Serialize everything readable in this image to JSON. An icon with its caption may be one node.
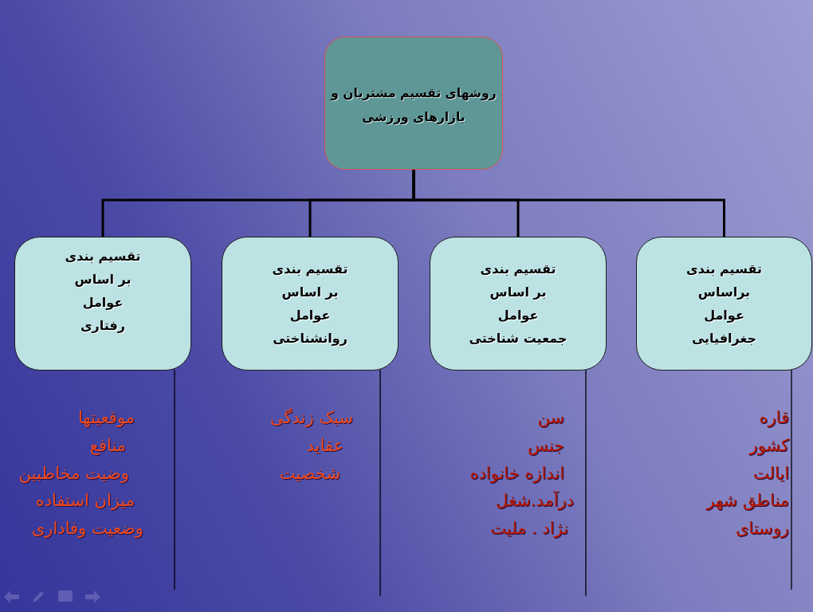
{
  "diagram": {
    "nodes": [
      {
        "text": [
          "روشهای تقسیم مشتریان و بازارهای ورزشی"
        ]
      },
      {
        "text": [
          "تقسیم بندی براساس عوامل جغرافیایی"
        ],
        "beside": [
          "قاره",
          "کشور",
          "ایالت",
          "مناطق شهر",
          "روستای"
        ]
      },
      {
        "text": [
          "تقسیم بندی بر اساس عوامل جمعیت شناختی"
        ],
        "beside": [
          "سن",
          "جنس",
          "اندازه خانواده",
          "درآمد.شغل",
          "نژاد . ملیت"
        ]
      },
      {
        "text": [
          "تقسیم بندی بر اساس عوامل روانشناختی"
        ],
        "beside": [
          "سبک زندگی",
          "عقاید",
          "شخصیت"
        ]
      },
      {
        "text": [
          "تقسیم بندی بر اساس عوامل رفتاری"
        ],
        "beside": [
          "موقعیتها",
          "منافع",
          "وضیت مخاطبین",
          "میزان استفاده",
          "وضعیت وفاداری"
        ]
      }
    ],
    "edges": [
      {
        "from": 0,
        "to": 1,
        "arrow": "none",
        "style": "thick"
      },
      {
        "from": 0,
        "to": 2,
        "arrow": "none",
        "style": "thick"
      },
      {
        "from": 0,
        "to": 3,
        "arrow": "none",
        "style": "thick"
      },
      {
        "from": 0,
        "to": 4,
        "arrow": "none",
        "style": "thick"
      },
      {
        "from": 1,
        "to": null,
        "arrow": "none"
      },
      {
        "from": 2,
        "to": null,
        "arrow": "none"
      },
      {
        "from": 3,
        "to": null,
        "arrow": "none"
      },
      {
        "from": 4,
        "to": null,
        "arrow": "none"
      }
    ]
  }
}
